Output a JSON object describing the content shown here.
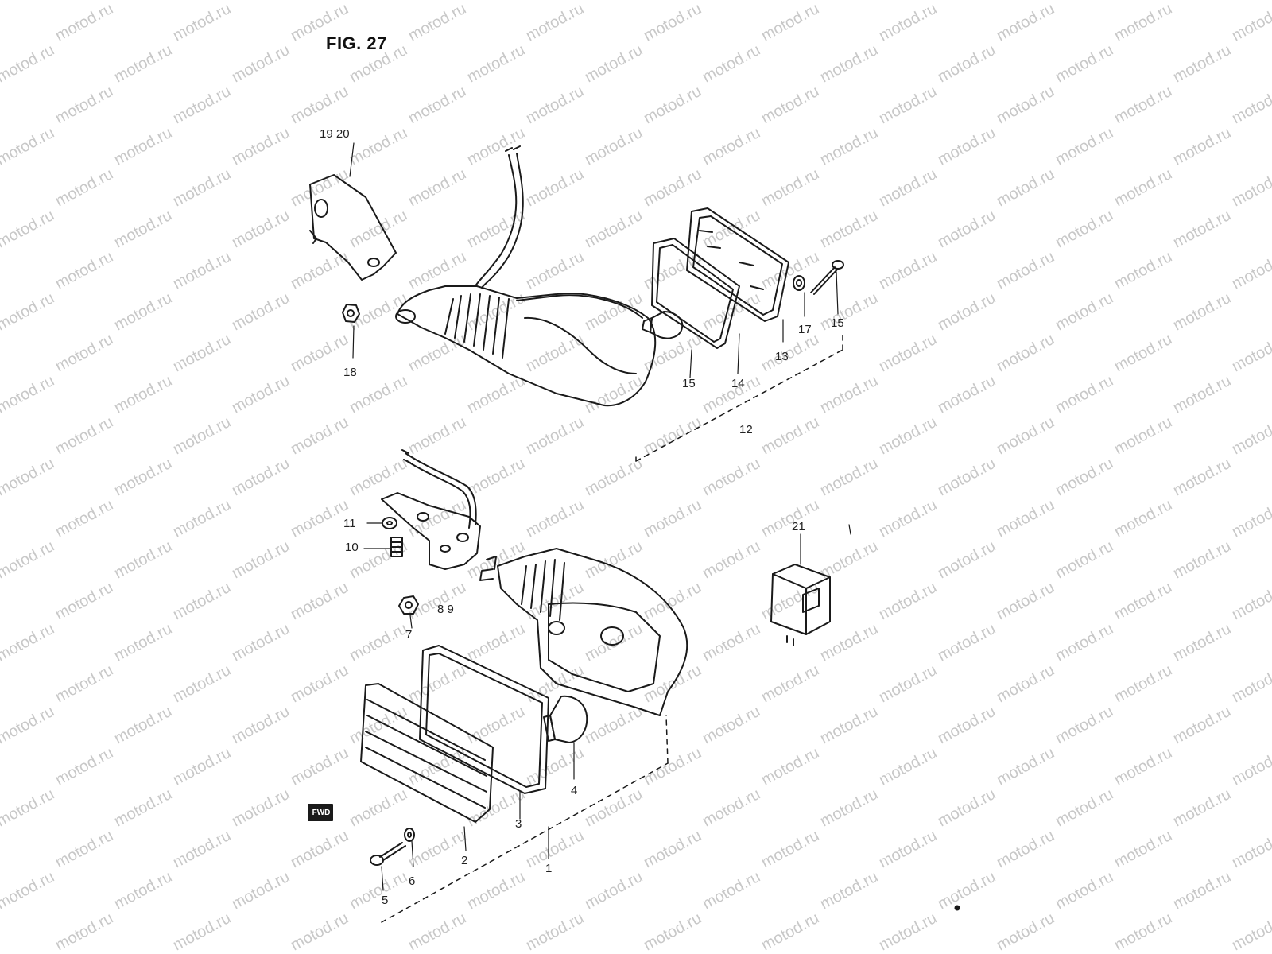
{
  "figure": {
    "title": "FIG. 27"
  },
  "watermark": {
    "text": "motod.ru",
    "color": "#c8c8c8"
  },
  "fwd_badge": {
    "text": "FWD"
  },
  "colors": {
    "ink": "#1a1a1a",
    "paper": "#ffffff"
  },
  "callouts": [
    {
      "id": "c19-20",
      "text": "19 20"
    },
    {
      "id": "c18",
      "text": "18"
    },
    {
      "id": "c15a",
      "text": "15"
    },
    {
      "id": "c14",
      "text": "14"
    },
    {
      "id": "c13",
      "text": "13"
    },
    {
      "id": "c17",
      "text": "17"
    },
    {
      "id": "c15b",
      "text": "15"
    },
    {
      "id": "c12",
      "text": "12"
    },
    {
      "id": "c11",
      "text": "11"
    },
    {
      "id": "c10",
      "text": "10"
    },
    {
      "id": "c8-9",
      "text": "8 9"
    },
    {
      "id": "c7",
      "text": "7"
    },
    {
      "id": "c21",
      "text": "21"
    },
    {
      "id": "c4",
      "text": "4"
    },
    {
      "id": "c3",
      "text": "3"
    },
    {
      "id": "c2",
      "text": "2"
    },
    {
      "id": "c1",
      "text": "1"
    },
    {
      "id": "c6",
      "text": "6"
    },
    {
      "id": "c5",
      "text": "5"
    }
  ]
}
